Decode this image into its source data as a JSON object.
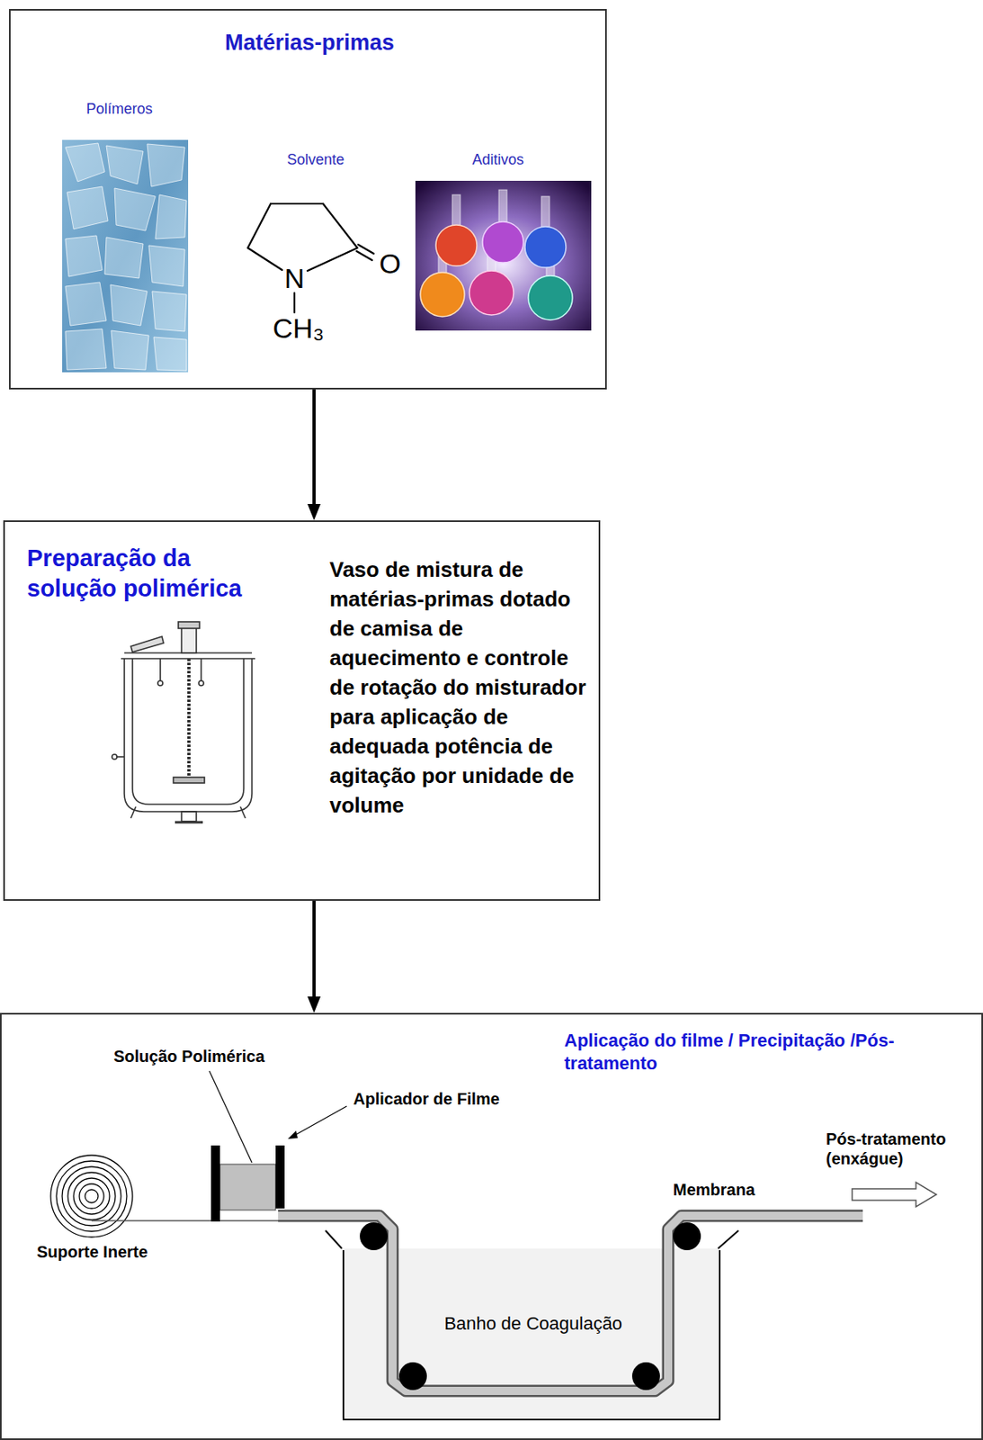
{
  "diagram": {
    "nodes": [
      {
        "text": [
          "Matérias-primas"
        ]
      },
      {
        "text": [
          "Preparação da solução polimérica",
          "Vaso de mistura de matérias-primas dotado de camisa de aquecimento e controle de rotação do misturador para aplicação de adequada potência de agitação por unidade de volume"
        ]
      },
      {
        "text": [
          "Aplicação do filme / Precipitação /Pós-tratamento"
        ]
      },
      {
        "text": [
          "Banho de Coagulação"
        ],
        "in": 2
      }
    ],
    "edges": [
      {
        "from": 0,
        "to": 1,
        "arrow": "to"
      },
      {
        "from": 1,
        "to": 2,
        "arrow": "to"
      }
    ],
    "labels": [
      "Polímeros",
      "Solvente",
      "Aditivos",
      "N",
      "O",
      "CH₃",
      "Solução Polimérica",
      "Aplicador de Filme",
      "Suporte Inerte",
      "Membrana",
      "Pós-tratamento (enxágue)"
    ]
  }
}
